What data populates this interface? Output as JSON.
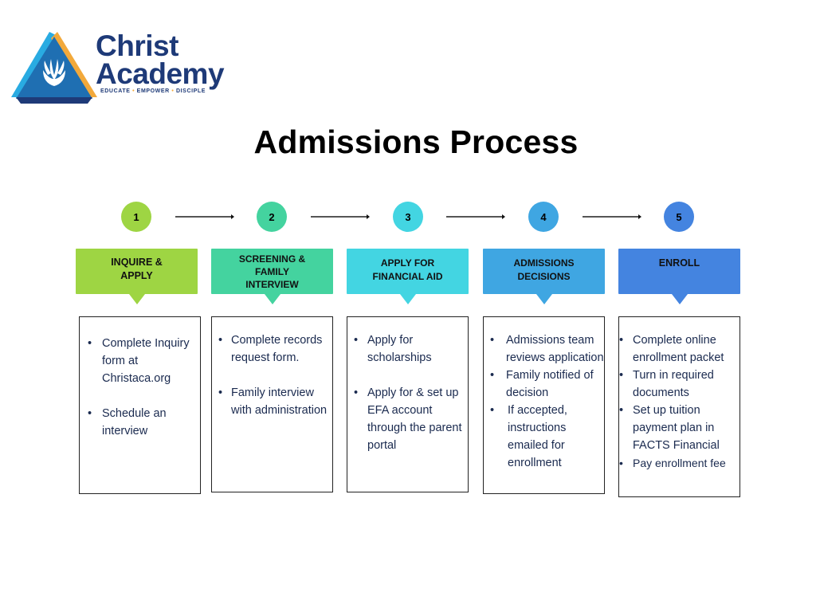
{
  "logo": {
    "name_line1": "Christ",
    "name_line2": "Academy",
    "tagline": [
      "EDUCATE",
      "EMPOWER",
      "DISCIPLE"
    ],
    "tagline_separator": "•",
    "colors": {
      "navy": "#1e3a78",
      "light_blue": "#29abe2",
      "gold": "#f2a93b",
      "mid_blue": "#1f6fb2"
    }
  },
  "title": "Admissions Process",
  "arrow_icon": "right-arrow",
  "steps": [
    {
      "number": "1",
      "color": "#9ed543",
      "header": "INQUIRE & APPLY",
      "items": [
        "Complete Inquiry form at Christaca.org",
        "Schedule an interview"
      ]
    },
    {
      "number": "2",
      "color": "#44d39f",
      "header": "SCREENING & FAMILY INTERVIEW",
      "items": [
        "Complete records request  form.",
        "Family interview with administration"
      ]
    },
    {
      "number": "3",
      "color": "#43d5e2",
      "header": "APPLY FOR FINANCIAL AID",
      "items": [
        "Apply for scholarships",
        "Apply for & set up  EFA account through the parent portal"
      ]
    },
    {
      "number": "4",
      "color": "#3fa6e2",
      "header": "ADMISSIONS DECISIONS",
      "items": [
        "Admissions team reviews application",
        "Family notified of decision",
        "If accepted, instructions emailed for enrollment"
      ]
    },
    {
      "number": "5",
      "color": "#4484e0",
      "header": "ENROLL",
      "items": [
        "Complete online enrollment packet",
        "Turn in required documents",
        "Set up tuition payment plan in FACTS Financial",
        "Pay enrollment fee"
      ]
    }
  ]
}
